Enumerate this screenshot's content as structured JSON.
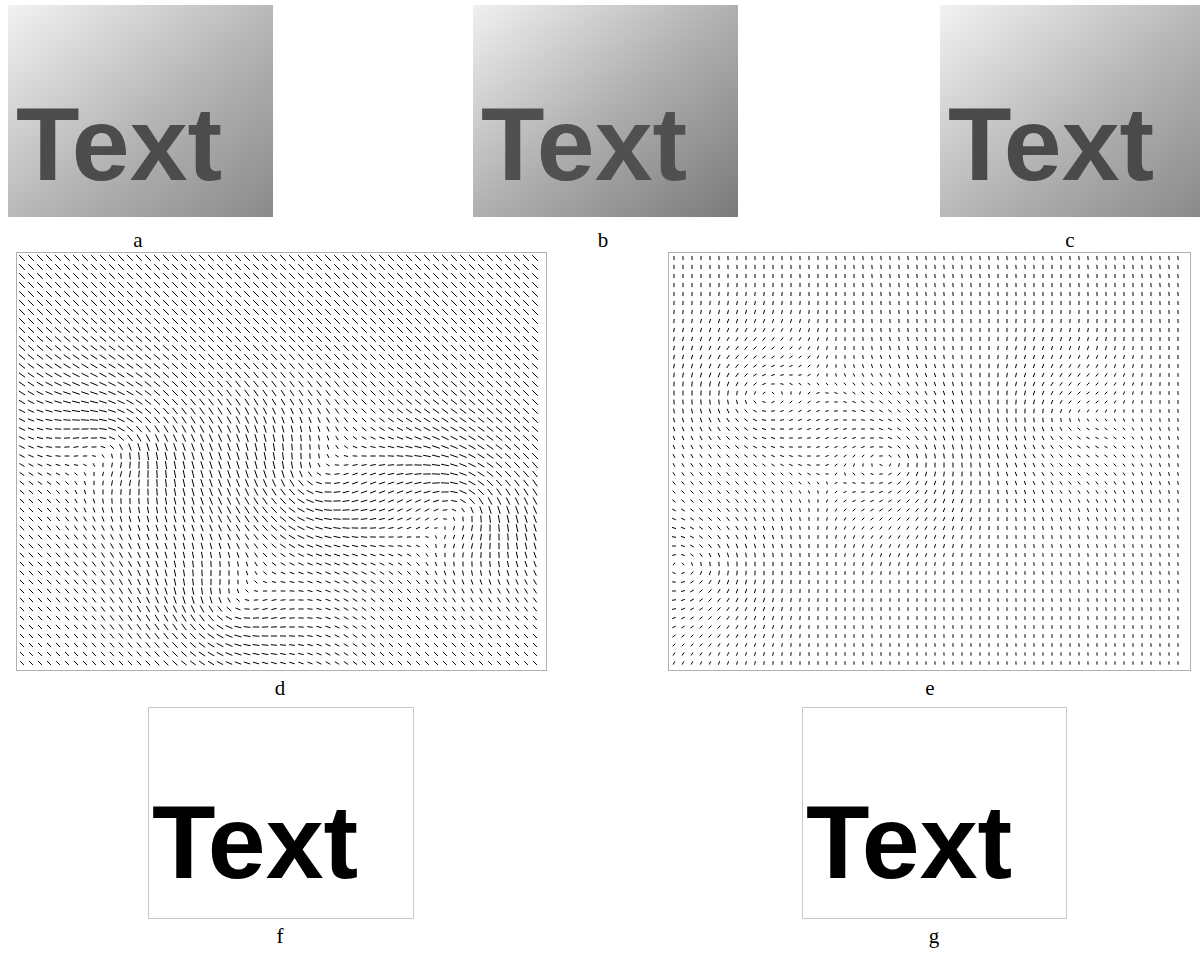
{
  "diagram": {
    "labels": [
      "Text",
      "Text",
      "Text",
      "a",
      "b",
      "c",
      "d",
      "e",
      "Text",
      "Text",
      "f",
      "g"
    ]
  }
}
